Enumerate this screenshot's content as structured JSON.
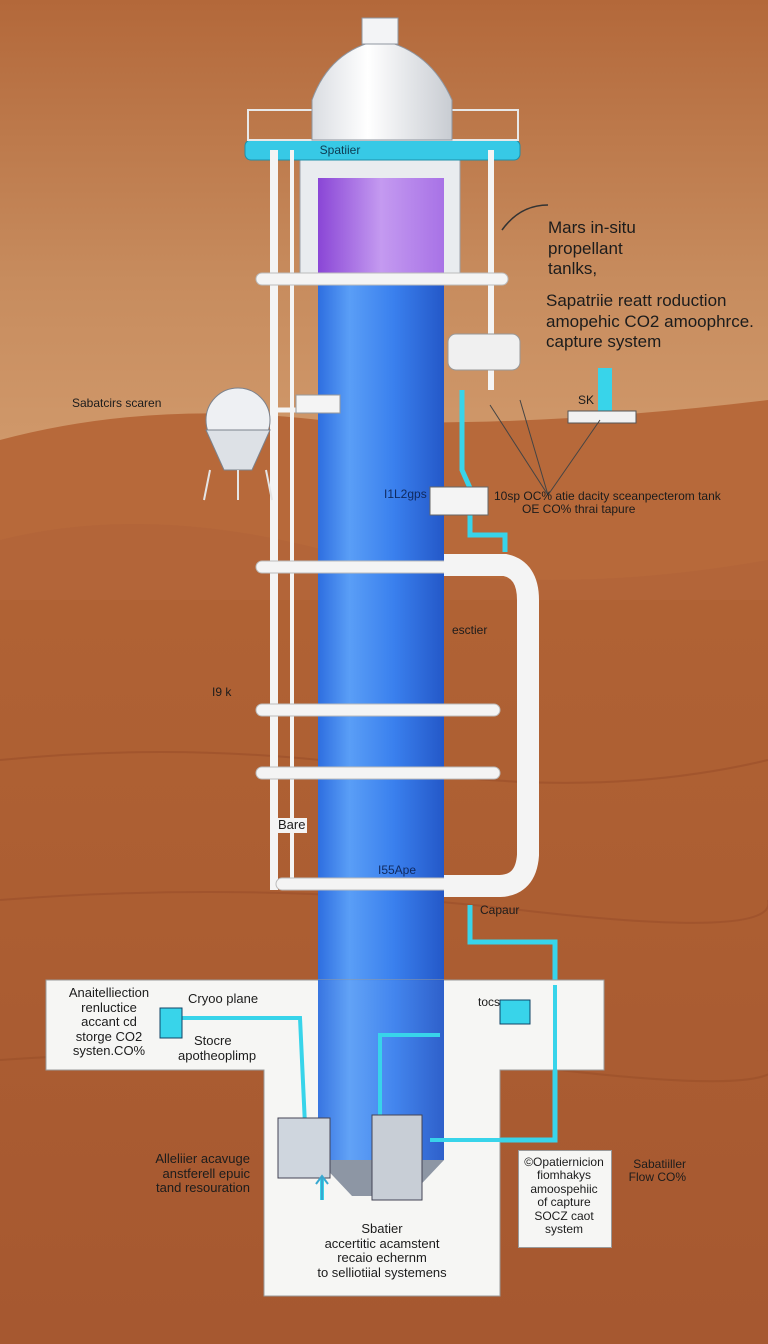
{
  "colors": {
    "sky_top": "#b36a3a",
    "sky_bottom": "#c98a5c",
    "dune": "#b86a3a",
    "ground": "#a25430",
    "column_blue": "#3e86f0",
    "tank_purple": "#9a5ae0",
    "pipe_cyan": "#38d4ea",
    "frame_white": "#f4f4f4"
  },
  "labels": {
    "top_ring": "Spatiier",
    "mars_tanks": [
      "Mars in-situ",
      "propellant",
      "tanlks,"
    ],
    "sabatier_caption": [
      "Sapatriie reatt roduction",
      "amopehic CO2 amoophrce.",
      "capture system"
    ],
    "sk_tag": "SK",
    "left_vessel": "Sabatcirs scaren",
    "mid_port": "I1L2gps",
    "tank_note": [
      "10sp OC% atie dacity sceanpecterom tank",
      "OE CO% thrai tapure"
    ],
    "right_pipe": "esctier",
    "left_small": "I9 k",
    "bare": "Bare",
    "pressure": "I55Ape",
    "capture": "Capaur",
    "box_left": [
      "Anaitelliection",
      "renluctice",
      "accant cd",
      "storge CO2",
      "systen.CO%"
    ],
    "cryo": "Cryoo plane",
    "stocre": [
      "Stocre",
      "apotheoplimp"
    ],
    "tocs": "tocs",
    "left_bottom": [
      "Alleliier acavuge",
      "anstferell epuic",
      "tand resouration"
    ],
    "right_box": [
      "©Opatiernicion",
      "fiomhakys",
      "amoospehiic",
      "of capture",
      "SOCZ caot",
      "system"
    ],
    "right_flow": [
      "Sabatiiller",
      "Flow CO%"
    ],
    "bottom_box": [
      "Sbatier",
      "accertitic acamstent",
      "recaio echernm",
      "to selliotiial systemens"
    ]
  }
}
